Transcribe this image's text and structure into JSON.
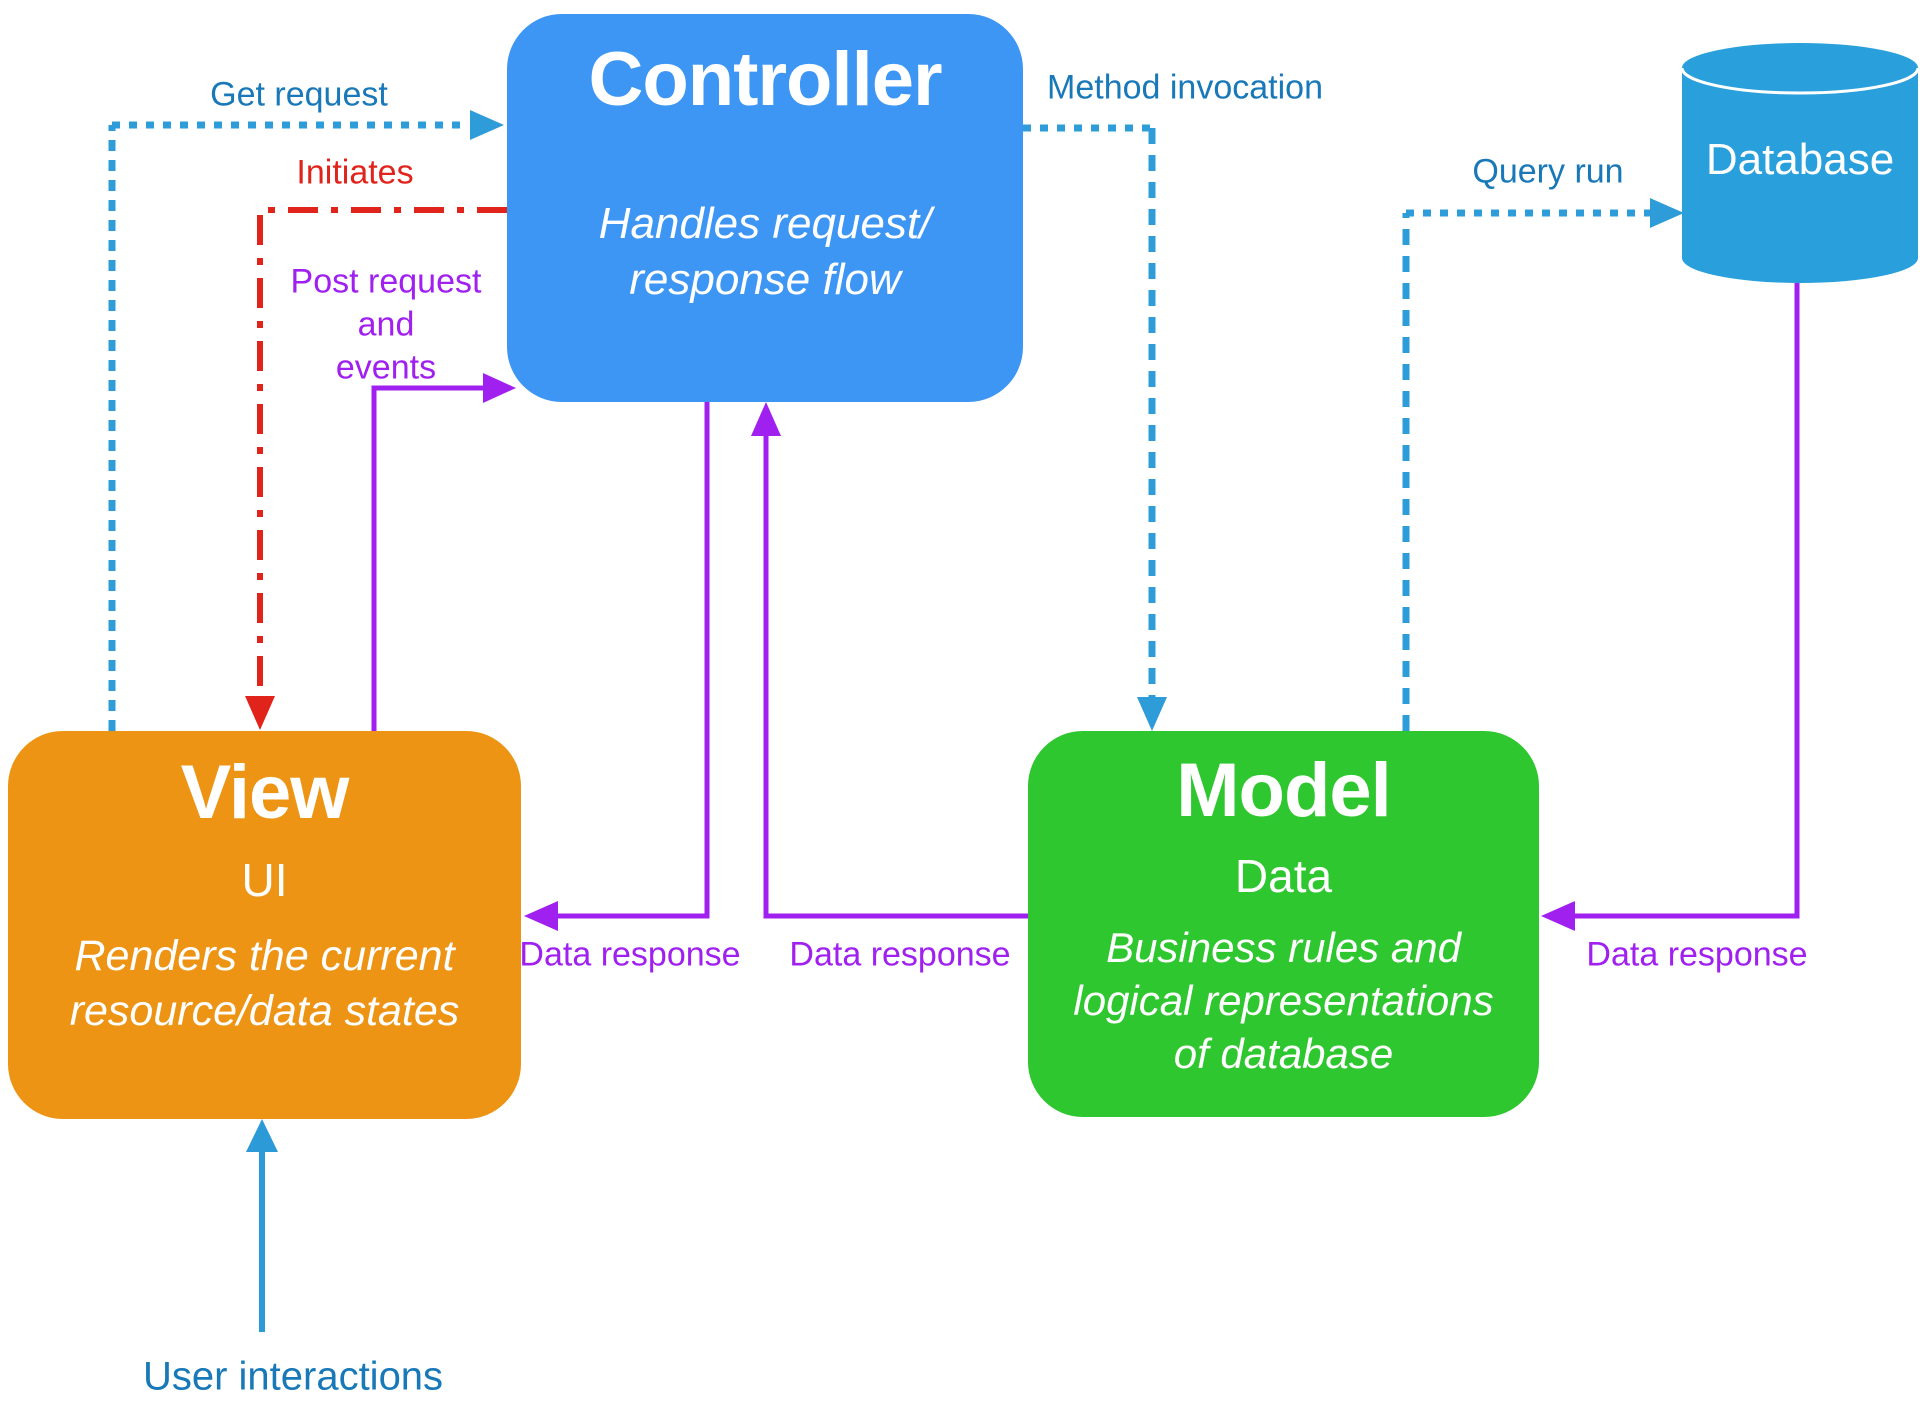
{
  "nodes": {
    "controller": {
      "title": "Controller",
      "desc1": "Handles request/",
      "desc2": "response flow",
      "color": "#3D96F4"
    },
    "view": {
      "title": "View",
      "subtitle": "UI",
      "desc1": "Renders the current",
      "desc2": "resource/data states",
      "color": "#EE9414"
    },
    "model": {
      "title": "Model",
      "subtitle": "Data",
      "desc1": "Business rules and",
      "desc2": "logical representations",
      "desc3": "of database",
      "color": "#2FC72F"
    },
    "database": {
      "title": "Database",
      "color": "#29A0DB"
    }
  },
  "edges": {
    "get_request": {
      "label": "Get request",
      "from": "view",
      "to": "controller",
      "style": "dotted",
      "line_color": "#2E9CD8",
      "label_color": "#1878B8"
    },
    "initiates": {
      "label": "Initiates",
      "from": "controller",
      "to": "view",
      "style": "dash-dot",
      "line_color": "#E0241B",
      "label_color": "#E0241B"
    },
    "post_request_and_events": {
      "label_line1": "Post request",
      "label_line2": "and",
      "label_line3": "events",
      "from": "view",
      "to": "controller",
      "style": "solid",
      "line_color": "#A020F0",
      "label_color": "#A020F0"
    },
    "method_invocation": {
      "label": "Method invocation",
      "from": "controller",
      "to": "model",
      "style": "dotted",
      "line_color": "#2E9CD8",
      "label_color": "#1878B8"
    },
    "query_run": {
      "label": "Query run",
      "from": "model",
      "to": "database",
      "style": "dotted",
      "line_color": "#2E9CD8",
      "label_color": "#1878B8"
    },
    "data_response_to_view": {
      "label": "Data response",
      "from": "controller",
      "to": "view",
      "style": "solid",
      "line_color": "#A020F0",
      "label_color": "#A020F0"
    },
    "data_response_to_controller": {
      "label": "Data response",
      "from": "model",
      "to": "controller",
      "style": "solid",
      "line_color": "#A020F0",
      "label_color": "#A020F0"
    },
    "data_response_to_model": {
      "label": "Data response",
      "from": "database",
      "to": "model",
      "style": "solid",
      "line_color": "#A020F0",
      "label_color": "#A020F0"
    },
    "user_interactions": {
      "label": "User interactions",
      "to": "view",
      "style": "solid",
      "line_color": "#2D9AD8",
      "label_color": "#1878B8"
    }
  }
}
